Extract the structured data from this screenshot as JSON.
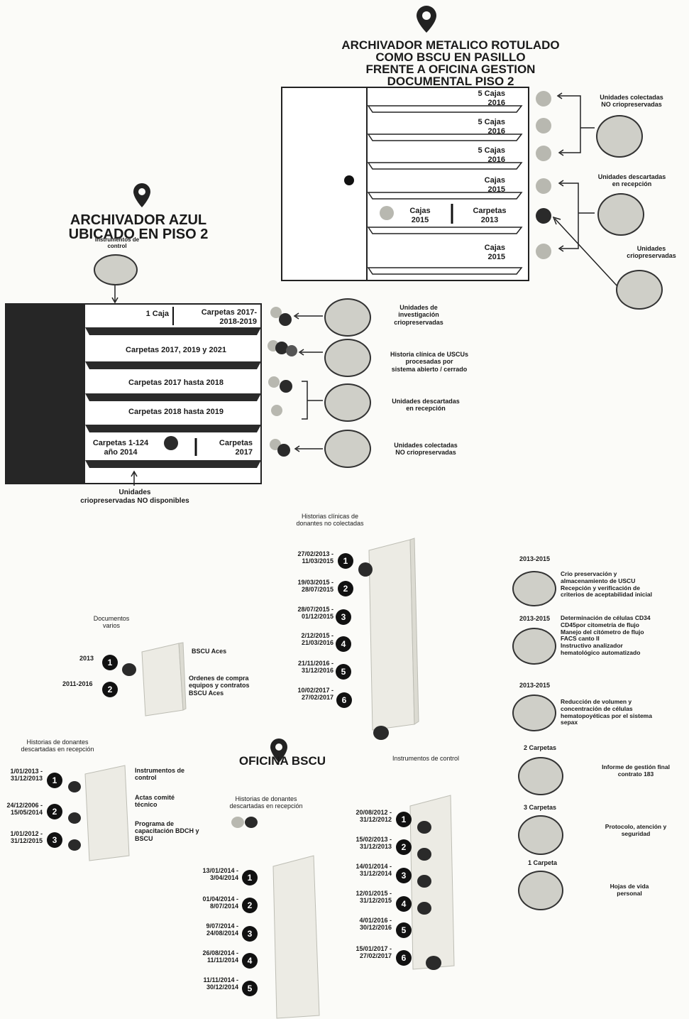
{
  "metal_cabinet": {
    "title_lines": [
      "ARCHIVADOR METALICO ROTULADO",
      "COMO BSCU EN PASILLO",
      "FRENTE A OFICINA GESTION",
      "DOCUMENTAL  PISO 2"
    ],
    "shelves": [
      {
        "lines": [
          "5 Cajas",
          "2016"
        ]
      },
      {
        "lines": [
          "5 Cajas",
          "2016"
        ]
      },
      {
        "lines": [
          "5 Cajas",
          "2016"
        ]
      },
      {
        "lines": [
          "Cajas",
          "2015"
        ]
      },
      {
        "left": [
          "Cajas",
          "2015"
        ],
        "right": [
          "Carpetas",
          "2013"
        ]
      },
      {
        "lines": [
          "Cajas",
          "2015"
        ]
      }
    ],
    "legend": [
      {
        "lines": [
          "Unidades colectadas",
          "NO criopreservadas"
        ]
      },
      {
        "lines": [
          "Unidades descartadas",
          "en recepción"
        ]
      },
      {
        "lines": [
          "Unidades",
          "criopreservadas"
        ]
      }
    ]
  },
  "blue_cabinet": {
    "title_lines": [
      "ARCHIVADOR AZUL",
      "UBICADO EN PISO 2"
    ],
    "control_label_lines": [
      "Instrumentos de",
      "control"
    ],
    "shelves": [
      {
        "left": "1 Caja",
        "right": [
          "Carpetas 2017-",
          "2018-2019"
        ]
      },
      {
        "text": "Carpetas 2017, 2019 y 2021"
      },
      {
        "text": "Carpetas 2017 hasta 2018"
      },
      {
        "text": "Carpetas 2018 hasta 2019"
      },
      {
        "left": [
          "Carpetas 1-124",
          "año 2014"
        ],
        "right": [
          "Carpetas",
          "2017"
        ]
      }
    ],
    "bottom_label_lines": [
      "Unidades",
      "criopreservadas NO disponibles"
    ],
    "legend": [
      {
        "lines": [
          "Unidades de",
          "investigación",
          "criopreservadas"
        ]
      },
      {
        "lines": [
          "Historia clínica de USCUs",
          "procesadas por",
          "sistema abierto / cerrado"
        ]
      },
      {
        "lines": [
          "Unidades descartadas",
          "en recepción"
        ]
      },
      {
        "lines": [
          "Unidades colectadas",
          "NO criopreservadas"
        ]
      }
    ]
  },
  "office": {
    "title": "OFICINA BSCU",
    "stack_nocolect": {
      "title_lines": [
        "Historias clínicas de",
        "donantes no colectadas"
      ],
      "items": [
        {
          "n": "1",
          "dates": [
            "27/02/2013 -",
            "11/03/2015"
          ]
        },
        {
          "n": "2",
          "dates": [
            "19/03/2015 -",
            "28/07/2015"
          ]
        },
        {
          "n": "3",
          "dates": [
            "28/07/2015 -",
            "01/12/2015"
          ]
        },
        {
          "n": "4",
          "dates": [
            "2/12/2015 -",
            "21/03/2016"
          ]
        },
        {
          "n": "5",
          "dates": [
            "21/11/2016 -",
            "31/12/2016"
          ]
        },
        {
          "n": "6",
          "dates": [
            "10/02/2017 -",
            "27/02/2017"
          ]
        }
      ]
    },
    "stack_varios": {
      "title_lines": [
        "Documentos",
        "varios"
      ],
      "items": [
        {
          "n": "1",
          "left": "2013",
          "right": [
            "BSCU Aces"
          ]
        },
        {
          "n": "2",
          "left": "2011-2016",
          "right": [
            "Ordenes de compra",
            "equipos y contratos",
            "BSCU Aces"
          ]
        }
      ]
    },
    "stack_descart_left": {
      "title_lines": [
        "Historias de donantes",
        "descartadas en recepción"
      ],
      "items": [
        {
          "n": "1",
          "dates": [
            "1/01/2013 -",
            "31/12/2013"
          ],
          "right": [
            "Instrumentos de",
            "control"
          ]
        },
        {
          "n": "2",
          "dates": [
            "24/12/2006 -",
            "15/05/2014"
          ],
          "right": [
            "Actas comité",
            "técnico"
          ]
        },
        {
          "n": "3",
          "dates": [
            "1/01/2012 -",
            "31/12/2015"
          ],
          "right": [
            "Programa de",
            "capacitación BDCH y",
            "BSCU"
          ]
        }
      ]
    },
    "stack_descart_center": {
      "title_lines": [
        "Historias de donantes",
        "descartadas en recepción"
      ],
      "items": [
        {
          "n": "1",
          "dates": [
            "13/01/2014 -",
            "3/04/2014"
          ]
        },
        {
          "n": "2",
          "dates": [
            "01/04/2014 -",
            "8/07/2014"
          ]
        },
        {
          "n": "3",
          "dates": [
            "9/07/2014 -",
            "24/08/2014"
          ]
        },
        {
          "n": "4",
          "dates": [
            "26/08/2014 -",
            "11/11/2014"
          ]
        },
        {
          "n": "5",
          "dates": [
            "11/11/2014 -",
            "30/12/2014"
          ]
        }
      ]
    },
    "stack_control": {
      "title_lines": [
        "Instrumentos de control"
      ],
      "items": [
        {
          "n": "1",
          "dates": [
            "20/08/2012 -",
            "31/12/2012"
          ]
        },
        {
          "n": "2",
          "dates": [
            "15/02/2013 -",
            "31/12/2013"
          ]
        },
        {
          "n": "3",
          "dates": [
            "14/01/2014 -",
            "31/12/2014"
          ]
        },
        {
          "n": "4",
          "dates": [
            "12/01/2015 -",
            "31/12/2015"
          ]
        },
        {
          "n": "5",
          "dates": [
            "4/01/2016 -",
            "30/12/2016"
          ]
        },
        {
          "n": "6",
          "dates": [
            "15/01/2017 -",
            "27/02/2017"
          ]
        }
      ]
    },
    "right_panel": [
      {
        "head": "2013-2015",
        "bullets": [
          "Crio preservación y",
          "almacenamiento de USCU",
          "Recepción y verificación de",
          "criterios de aceptabilidad inicial"
        ]
      },
      {
        "head": "2013-2015",
        "bullets": [
          "Determinación de células CD34",
          "CD45por citometría de flujo",
          "Manejo del citómetro de flujo",
          "FACS canto II",
          "Instructivo analizador",
          "hematológico automatizado"
        ]
      },
      {
        "head": "2013-2015",
        "bullets": [
          "Reducción de volumen y",
          "concentración de células",
          "hematopoyéticas por el sistema",
          "sepax"
        ]
      },
      {
        "head": "2 Carpetas",
        "bullets": [
          "Informe de gestión final",
          "contrato 183"
        ]
      },
      {
        "head": "3 Carpetas",
        "bullets": [
          "Protocolo, atención y",
          "seguridad"
        ]
      },
      {
        "head": "1 Carpeta",
        "bullets": [
          "Hojas de vida",
          "personal"
        ]
      }
    ]
  }
}
